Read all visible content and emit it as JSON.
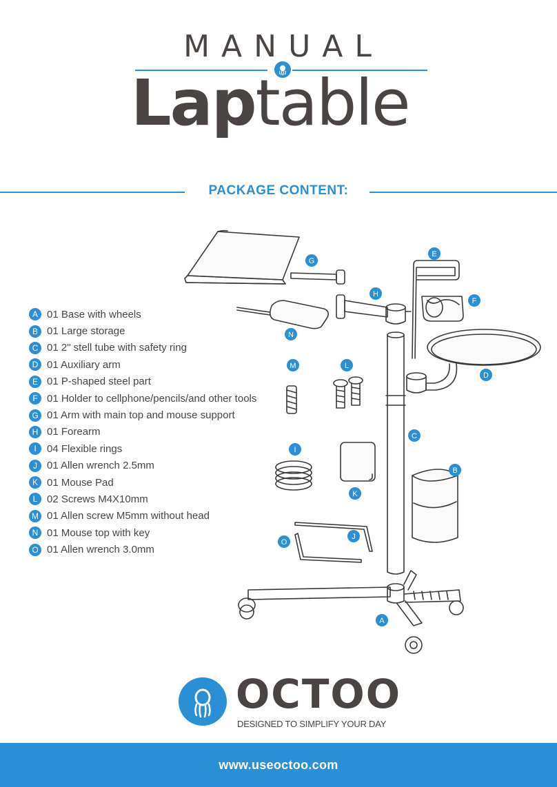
{
  "header": {
    "manual_label": "MANUAL",
    "product_bold": "Lap",
    "product_light": "table"
  },
  "section": {
    "title": "PACKAGE CONTENT:"
  },
  "parts": [
    {
      "letter": "A",
      "text": "01 Base with wheels"
    },
    {
      "letter": "B",
      "text": "01 Large storage"
    },
    {
      "letter": "C",
      "text": "01 2\" stell tube with safety ring"
    },
    {
      "letter": "D",
      "text": "01 Auxiliary arm"
    },
    {
      "letter": "E",
      "text": "01 P-shaped steel part"
    },
    {
      "letter": "F",
      "text": "01 Holder to cellphone/pencils/and other tools"
    },
    {
      "letter": "G",
      "text": "01 Arm with main top and mouse support"
    },
    {
      "letter": "H",
      "text": "01 Forearm"
    },
    {
      "letter": "I",
      "text": "04 Flexible rings"
    },
    {
      "letter": "J",
      "text": "01 Allen wrench 2.5mm"
    },
    {
      "letter": "K",
      "text": "01 Mouse Pad"
    },
    {
      "letter": "L",
      "text": "02 Screws M4X10mm"
    },
    {
      "letter": "M",
      "text": "01 Allen screw M5mm without head"
    },
    {
      "letter": "N",
      "text": "01 Mouse top with key"
    },
    {
      "letter": "O",
      "text": "01 Allen wrench 3.0mm"
    }
  ],
  "callouts": {
    "A": "A",
    "B": "B",
    "C": "C",
    "D": "D",
    "E": "E",
    "F": "F",
    "G": "G",
    "H": "H",
    "I": "I",
    "J": "J",
    "K": "K",
    "L": "L",
    "M": "M",
    "N": "N",
    "O": "O"
  },
  "brand": {
    "name": "OCTOO",
    "tagline": "DESIGNED TO SIMPLIFY YOUR DAY"
  },
  "footer": {
    "url": "www.useoctoo.com"
  },
  "colors": {
    "accent": "#2a8fd4",
    "text": "#4a4543",
    "line_art": "#3a3a3a"
  }
}
